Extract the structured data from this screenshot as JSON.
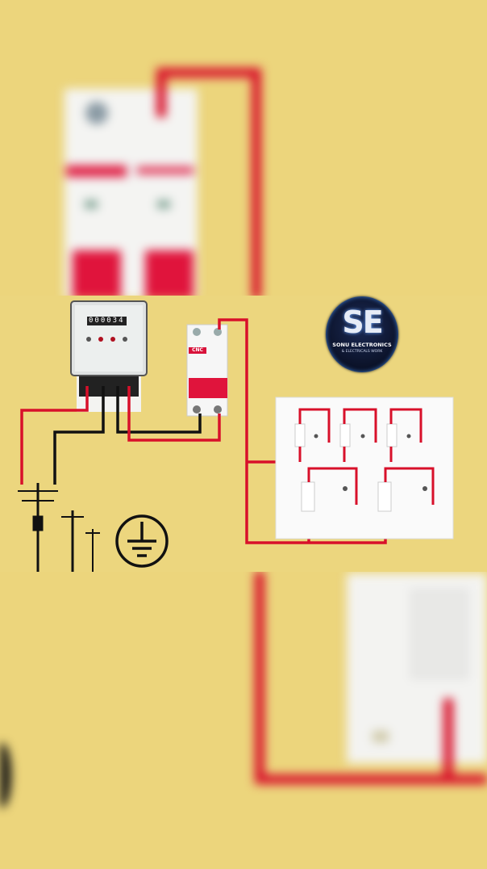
{
  "logo": {
    "initials": "SE",
    "line1": "SONU ELECTRONICS",
    "line2": "& ELECTRICALS WORK"
  },
  "meter": {
    "reading": "000034"
  },
  "breaker": {
    "brand": "CNC"
  },
  "colors": {
    "background": "#ecd57c",
    "live_wire": "#d8102a",
    "neutral_wire": "#111111",
    "breaker_handle": "#e0143c"
  },
  "icons": [
    "utility-pole-icon",
    "earth-ground-icon"
  ]
}
